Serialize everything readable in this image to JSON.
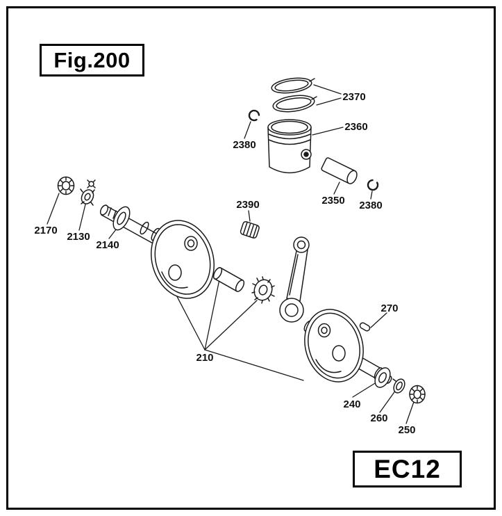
{
  "figure": {
    "label": "Fig.200"
  },
  "page_code": {
    "label": "EC12"
  },
  "parts": {
    "p2370": "2370",
    "p2360": "2360",
    "p2380a": "2380",
    "p2350": "2350",
    "p2380b": "2380",
    "p2390": "2390",
    "p2170": "2170",
    "p2130": "2130",
    "p2140": "2140",
    "p210": "210",
    "p270": "270",
    "p240": "240",
    "p260": "260",
    "p250": "250"
  },
  "colors": {
    "line": "#1a1a1a",
    "background": "#ffffff",
    "border": "#000000"
  }
}
